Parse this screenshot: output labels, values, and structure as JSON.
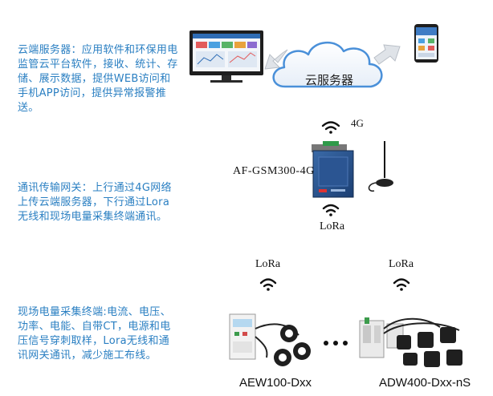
{
  "descriptions": {
    "cloud": "云端服务器：应用软件和环保用电监管云平台软件，接收、统计、存储、展示数据，提供WEB访问和手机APP访问，提供异常报警推送。",
    "gateway": "通讯传输网关：上行通过4G网络上传云端服务器，下行通过Lora无线和现场电量采集终端通讯。",
    "terminal": "现场电量采集终端:电流、电压、功率、电能、自带CT，电源和电压信号穿刺取样，Lora无线和通讯网关通讯，减少施工布线。"
  },
  "cloud_label": "云服务器",
  "labels": {
    "net_4g": "4G",
    "gateway_model": "AF-GSM300-4G",
    "lora_gateway": "LoRa",
    "lora_left": "LoRa",
    "lora_right": "LoRa"
  },
  "models": {
    "left": "AEW100-Dxx",
    "right": "ADW400-Dxx-nS"
  },
  "colors": {
    "description_text": "#2a7fc2",
    "cloud_stroke": "#4a90d9",
    "arrow_fill": "#dfe3e8"
  }
}
